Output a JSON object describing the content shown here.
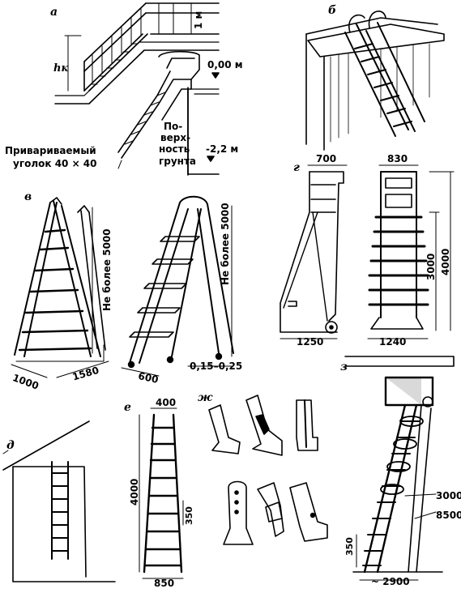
{
  "panels": {
    "a": "а",
    "b": "б",
    "v": "в",
    "g": "г",
    "d": "д",
    "e": "е",
    "zh": "ж",
    "z": "з"
  },
  "a": {
    "height_mark": "1 м",
    "h_label": "hк",
    "zero_level": "0,00 м",
    "minus_level": "-2,2 м",
    "weld_line1": "Привариваемый",
    "weld_line2": "уголок 40 × 40",
    "surface_l1": "По-",
    "surface_l2": "верх-",
    "surface_l3": "ность",
    "surface_l4": "грунта"
  },
  "v": {
    "max_left": "Не более 5000",
    "max_right": "Не более 5000",
    "dim_1000": "1000",
    "dim_1580": "1580",
    "dim_600": "600",
    "dim_gap": "0,15–0,25"
  },
  "g": {
    "dim_700": "700",
    "dim_830": "830",
    "dim_3000": "3000",
    "dim_4000": "4000",
    "dim_1250": "1250",
    "dim_1240": "1240"
  },
  "e": {
    "dim_400": "400",
    "dim_4000": "4000",
    "dim_350": "350",
    "dim_850": "850"
  },
  "z": {
    "dim_3000": "3000",
    "dim_8500": "8500",
    "dim_350": "350",
    "dim_2900": "~ 2900"
  }
}
